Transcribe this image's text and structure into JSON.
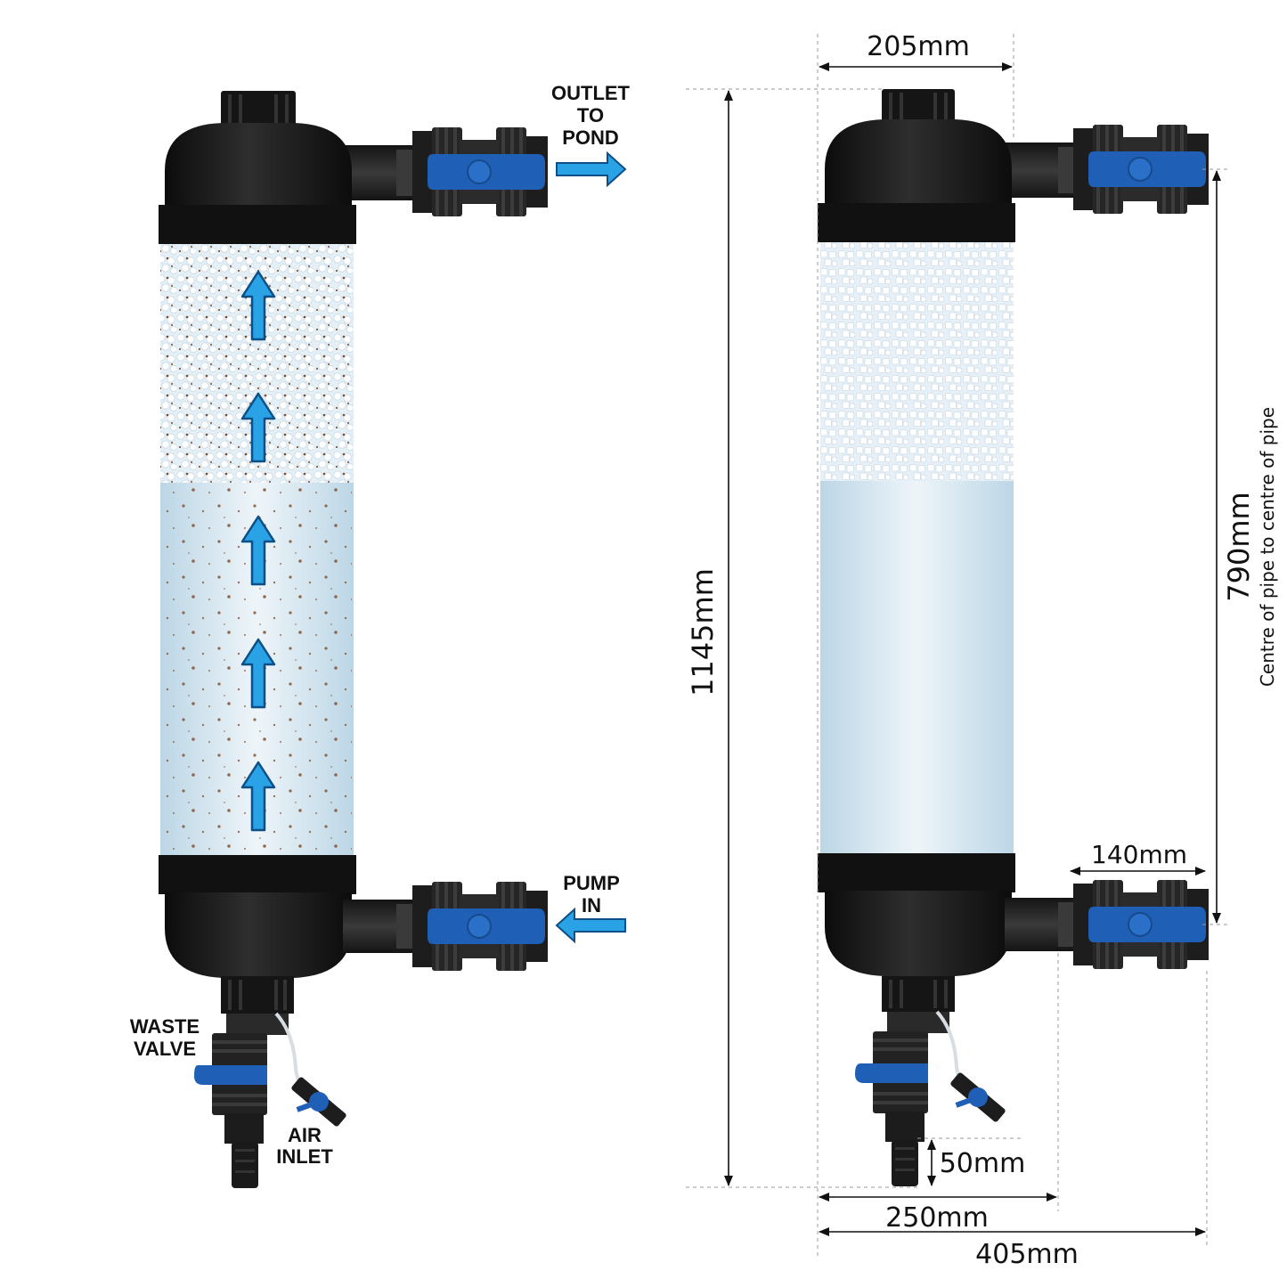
{
  "labels": {
    "outlet_line1": "OUTLET",
    "outlet_line2": "TO",
    "outlet_line3": "POND",
    "pump_line1": "PUMP",
    "pump_line2": "IN",
    "waste_line1": "WASTE",
    "waste_line2": "VALVE",
    "air_line1": "AIR",
    "air_line2": "INLET"
  },
  "dimensions": {
    "body_width": "205mm",
    "total_height": "1145mm",
    "pipe_centres": "790mm",
    "pipe_centres_note": "Centre of pipe to centre of pipe",
    "valve_length": "140mm",
    "spigot_length": "50mm",
    "base_width": "250mm",
    "overall_width": "405mm"
  },
  "colors": {
    "housing": "#1a1a1a",
    "valve_blue": "#1f5fb5",
    "flow_arrow": "#29a3e6",
    "water": "#dcebf3",
    "sediment": "#7a4a2a"
  }
}
